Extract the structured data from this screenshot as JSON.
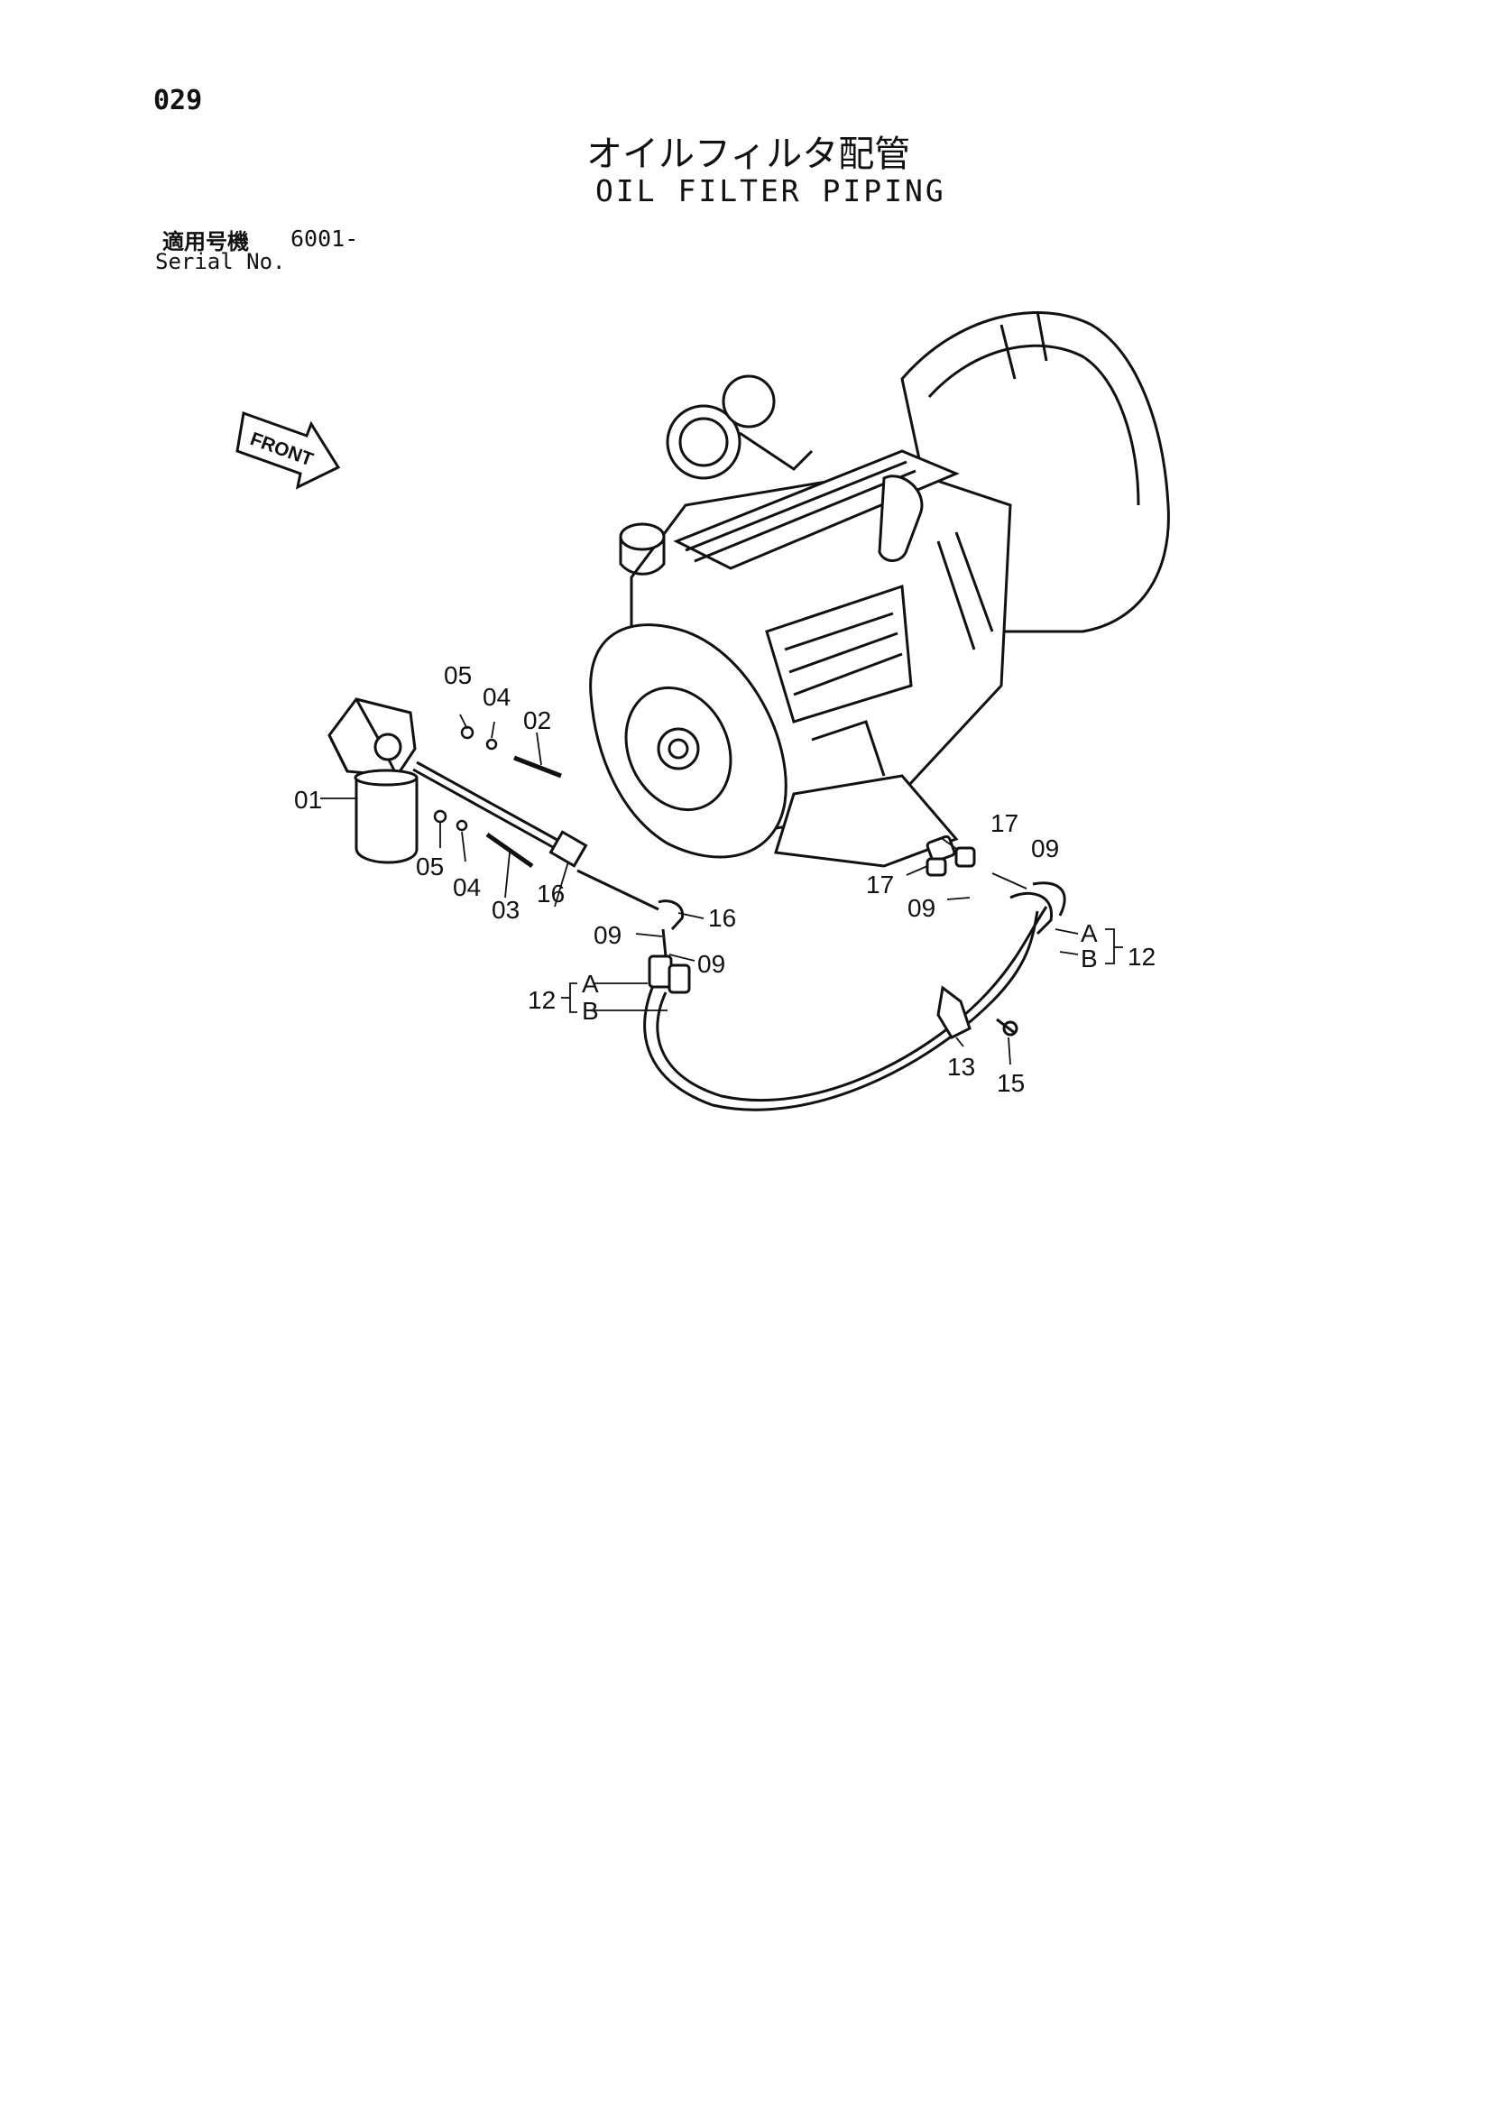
{
  "page_number": "029",
  "title_ja": "オイルフィルタ配管",
  "title_en": "OIL FILTER PIPING",
  "serial": {
    "label_ja": "適用号機",
    "value": "6001-",
    "label_en": "Serial No."
  },
  "front_label": "FRONT",
  "callouts": {
    "c01": "01",
    "c02": "02",
    "c03": "03",
    "c04a": "04",
    "c04b": "04",
    "c05a": "05",
    "c05b": "05",
    "c09a": "09",
    "c09b": "09",
    "c09c": "09",
    "c09d": "09",
    "c12a": "12",
    "c12b": "12",
    "c13": "13",
    "c15": "15",
    "c16a": "16",
    "c16b": "16",
    "c17a": "17",
    "c17b": "17",
    "ra": "A",
    "rb": "B",
    "la": "A",
    "lb": "B"
  }
}
